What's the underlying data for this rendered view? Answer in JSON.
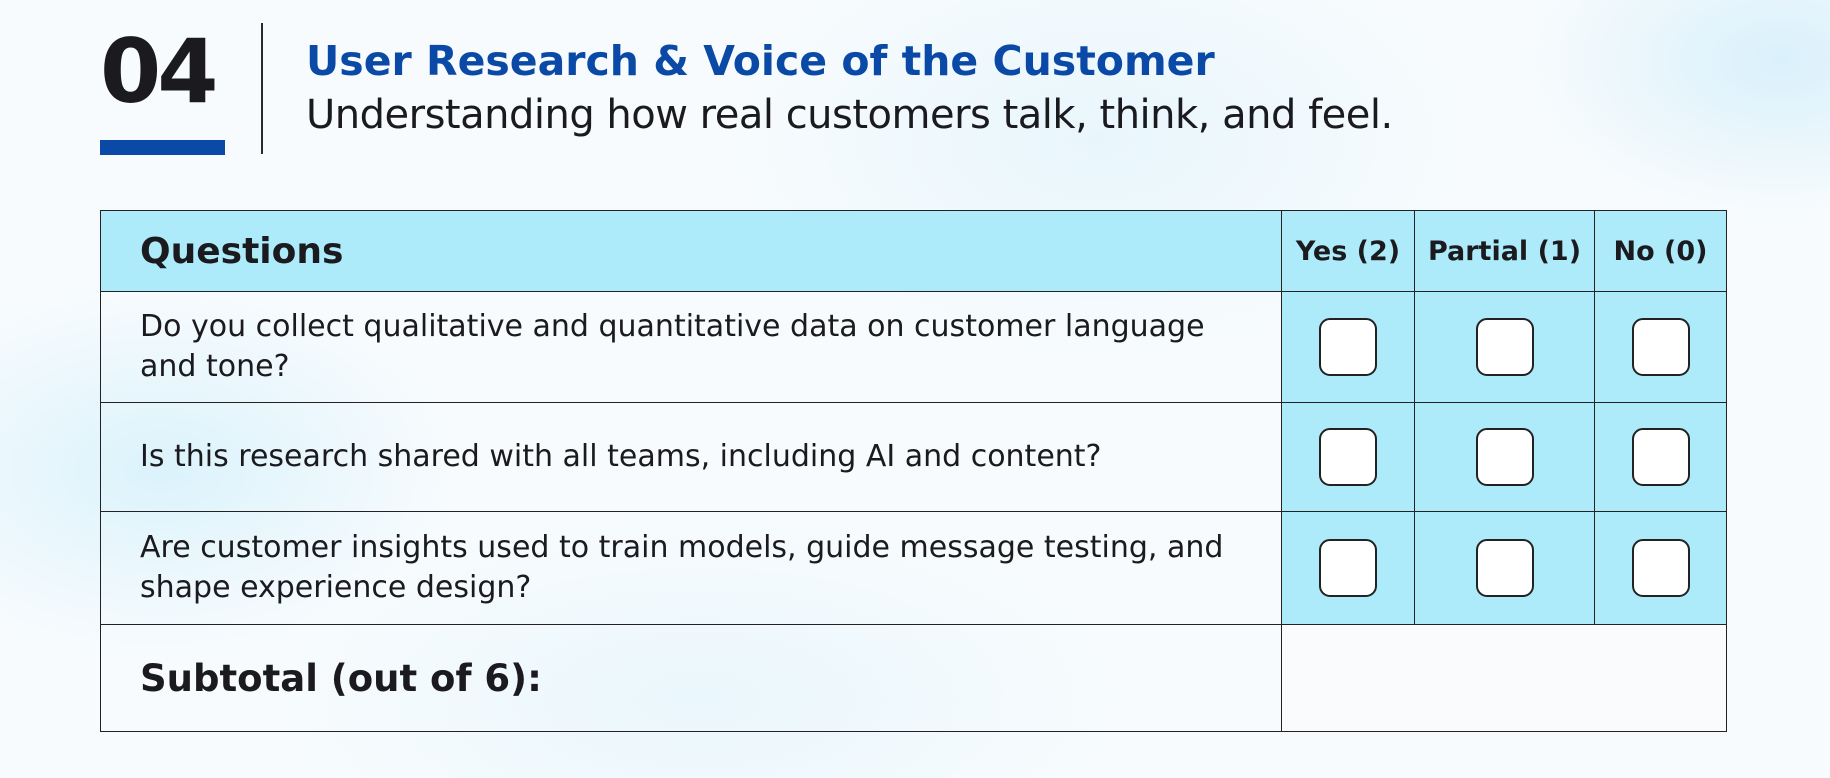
{
  "section": {
    "number": "04",
    "title": "User Research & Voice of the Customer",
    "subtitle": "Understanding how real customers talk, think, and feel."
  },
  "table": {
    "headers": {
      "questions": "Questions",
      "yes": "Yes (2)",
      "partial": "Partial (1)",
      "no": "No (0)"
    },
    "rows": [
      {
        "question": "Do you collect qualitative and quantitative data on customer language and tone?"
      },
      {
        "question": "Is this research shared with all teams, including AI and content?"
      },
      {
        "question": "Are customer insights used to train models, guide message testing, and shape experience design?"
      }
    ],
    "subtotal_label": "Subtotal (out of 6):",
    "subtotal_value": ""
  },
  "colors": {
    "accent_blue": "#0a4aa6",
    "header_fill": "#aeebfa",
    "text": "#1b1b1f"
  }
}
